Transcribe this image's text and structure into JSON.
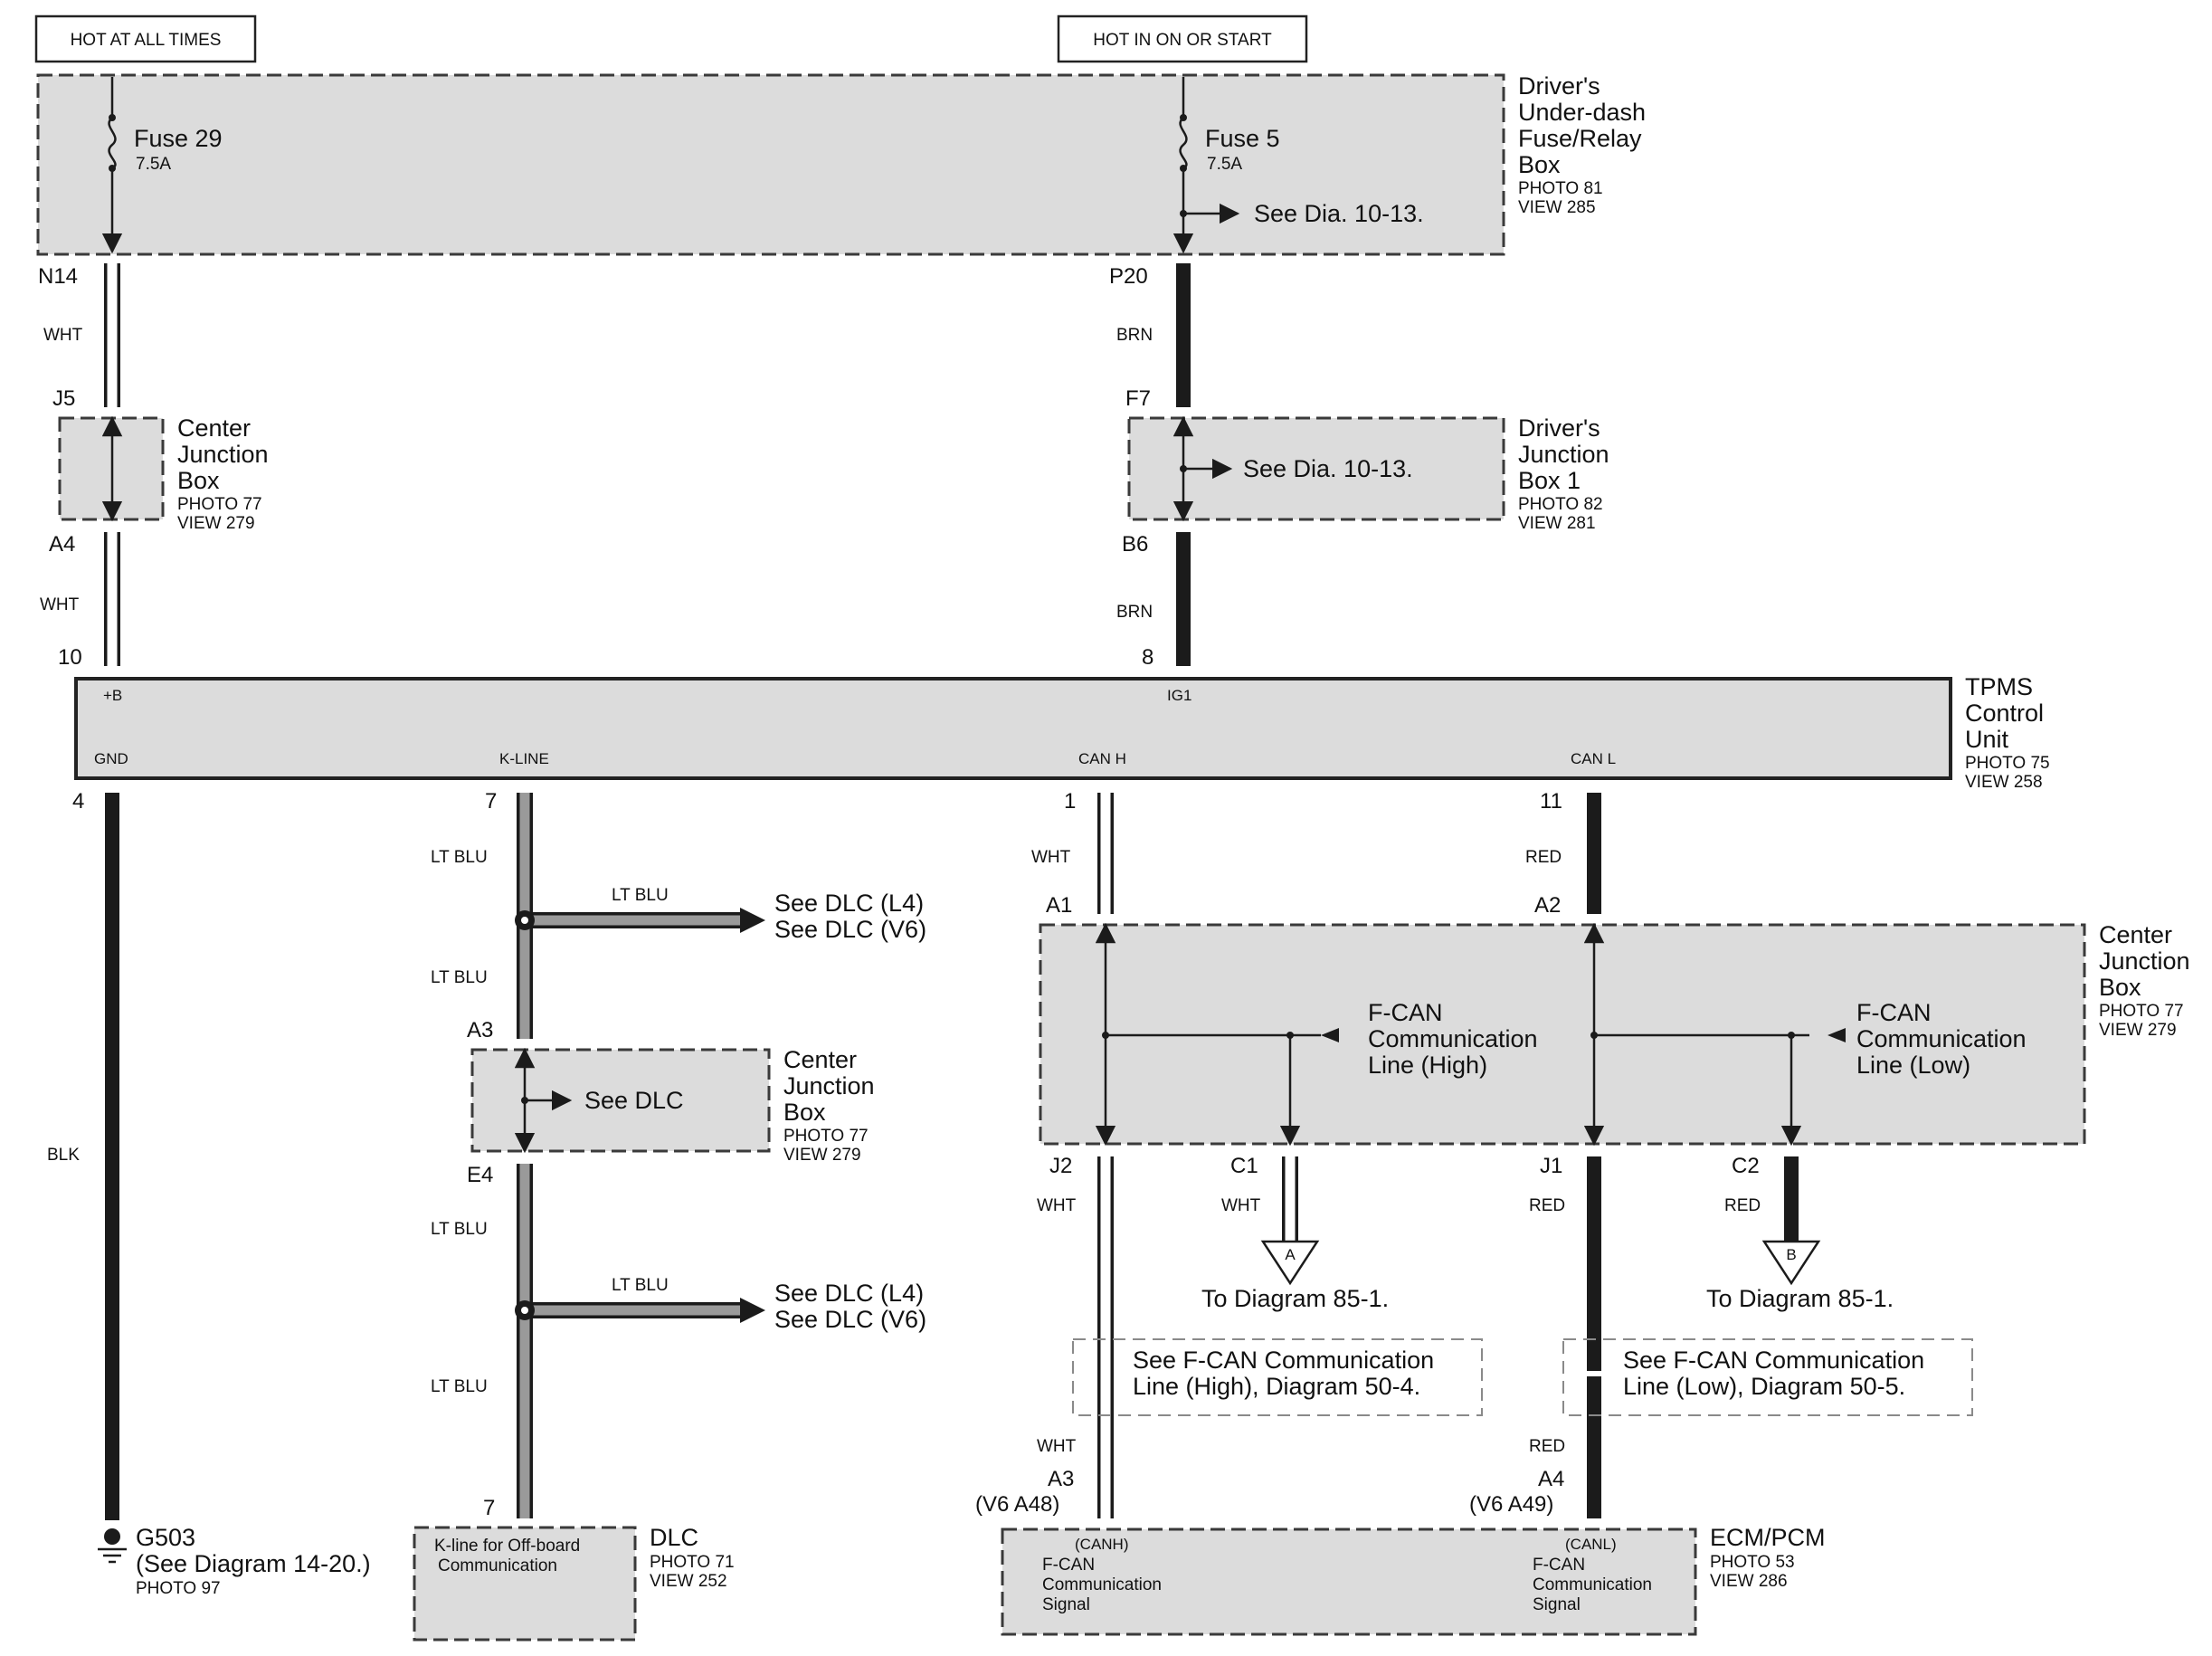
{
  "headers": {
    "hot_always": "HOT AT ALL TIMES",
    "hot_on_start": "HOT IN ON OR START"
  },
  "fuse_box": {
    "name_lines": [
      "Driver's",
      "Under-dash",
      "Fuse/Relay",
      "Box"
    ],
    "photo": "PHOTO 81",
    "view": "VIEW 285",
    "fuse29": {
      "name": "Fuse 29",
      "rating": "7.5A"
    },
    "fuse5": {
      "name": "Fuse 5",
      "rating": "7.5A"
    },
    "see": "See Dia. 10-13."
  },
  "pins": {
    "n14": "N14",
    "p20": "P20",
    "j5": "J5",
    "f7": "F7",
    "a4": "A4",
    "b6": "B6",
    "p10": "10",
    "p8": "8",
    "p4": "4",
    "p7a": "7",
    "p1": "1",
    "p11": "11",
    "a1": "A1",
    "a2": "A2",
    "a3": "A3",
    "e4": "E4",
    "j2": "J2",
    "c1": "C1",
    "j1": "J1",
    "c2": "C2",
    "p7b": "7",
    "a3b": "A3",
    "v6a48": "(V6 A48)",
    "a4b": "A4",
    "v6a49": "(V6 A49)"
  },
  "wire_colors": {
    "wht": "WHT",
    "brn": "BRN",
    "blk": "BLK",
    "lt_blu": "LT BLU",
    "red": "RED"
  },
  "center_jb_top": {
    "name_lines": [
      "Center",
      "Junction",
      "Box"
    ],
    "photo": "PHOTO 77",
    "view": "VIEW 279"
  },
  "drivers_jb": {
    "name_lines": [
      "Driver's",
      "Junction",
      "Box 1"
    ],
    "photo": "PHOTO 82",
    "view": "VIEW 281",
    "see": "See Dia. 10-13."
  },
  "tpms": {
    "name_lines": [
      "TPMS",
      "Control",
      "Unit"
    ],
    "photo": "PHOTO 75",
    "view": "VIEW 258",
    "plus_b": "+B",
    "ig1": "IG1",
    "gnd": "GND",
    "kline": "K-LINE",
    "canh": "CAN H",
    "canl": "CAN L"
  },
  "dlc_refs": {
    "l4": "See DLC (L4)",
    "v6": "See DLC (V6)"
  },
  "center_jb_mid": {
    "name_lines": [
      "Center",
      "Junction",
      "Box"
    ],
    "photo": "PHOTO 77",
    "view": "VIEW 279",
    "see": "See DLC"
  },
  "center_jb_right": {
    "name_lines": [
      "Center",
      "Junction",
      "Box"
    ],
    "photo": "PHOTO 77",
    "view": "VIEW 279",
    "high_lines": [
      "F-CAN",
      "Communication",
      "Line (High)"
    ],
    "low_lines": [
      "F-CAN",
      "Communication",
      "Line (Low)"
    ]
  },
  "connectors": {
    "a": "A",
    "b": "B"
  },
  "to_diagram": "To Diagram 85-1.",
  "notes": {
    "high_lines": [
      "See F-CAN Communication",
      "Line (High), Diagram 50-4."
    ],
    "low_lines": [
      "See F-CAN Communication",
      "Line (Low), Diagram 50-5."
    ]
  },
  "ground": {
    "name": "G503",
    "see": "(See Diagram 14-20.)",
    "photo": "PHOTO 97"
  },
  "dlc": {
    "inner_lines": [
      "K-line for Off-board",
      "Communication"
    ],
    "name": "DLC",
    "photo": "PHOTO 71",
    "view": "VIEW 252"
  },
  "ecm": {
    "name": "ECM/PCM",
    "photo": "PHOTO 53",
    "view": "VIEW 286",
    "canh_lines": [
      "(CANH)",
      "F-CAN",
      "Communication",
      "Signal"
    ],
    "canl_lines": [
      "(CANL)",
      "F-CAN",
      "Communication",
      "Signal"
    ]
  }
}
